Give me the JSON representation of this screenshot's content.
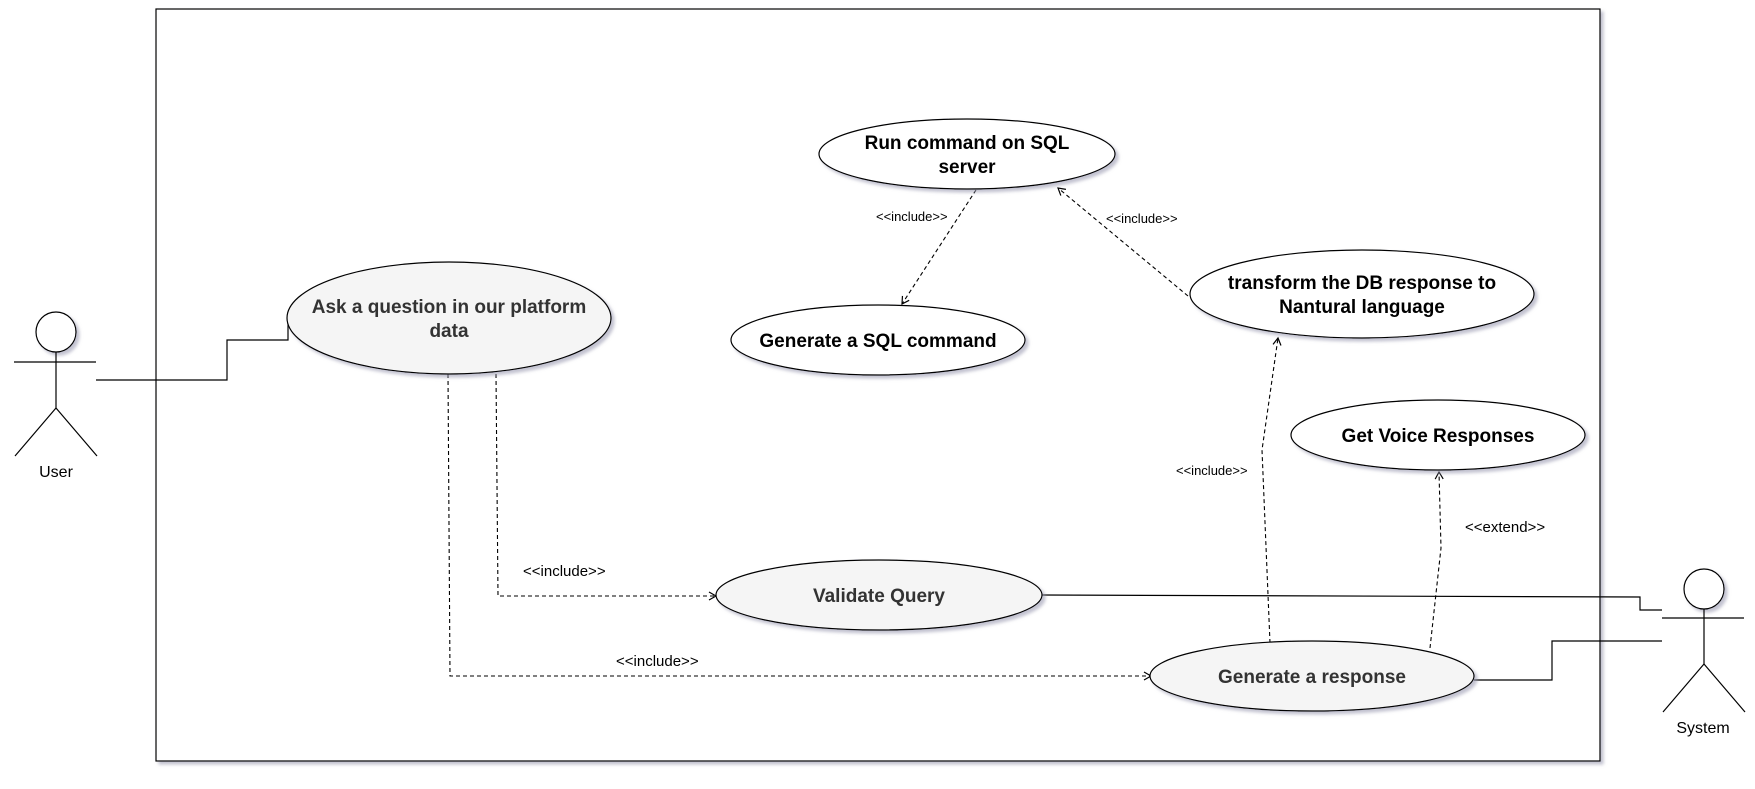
{
  "actors": {
    "user": "User",
    "system": "System"
  },
  "use_cases": {
    "run_command": [
      "Run command on SQL",
      "server"
    ],
    "generate_sql": "Generate a SQL command",
    "transform_response": [
      "transform the DB response to",
      "Nantural language"
    ],
    "ask_question": [
      "Ask a question in our platform",
      "data"
    ],
    "get_voice": "Get Voice Responses",
    "validate_query": "Validate Query",
    "generate_response": "Generate a response"
  },
  "relations": {
    "run_to_generate_sql": "<<include>>",
    "transform_to_run": "<<include>>",
    "response_to_transform": "<<include>>",
    "response_to_voice": "<<extend>>",
    "ask_to_validate": "<<include>>",
    "ask_to_response": "<<include>>"
  },
  "colors": {
    "line": "#000000",
    "ellipse_fill_white": "#ffffff",
    "ellipse_fill_gray": "#f5f5f5",
    "shadow": "#c8c8d8"
  }
}
